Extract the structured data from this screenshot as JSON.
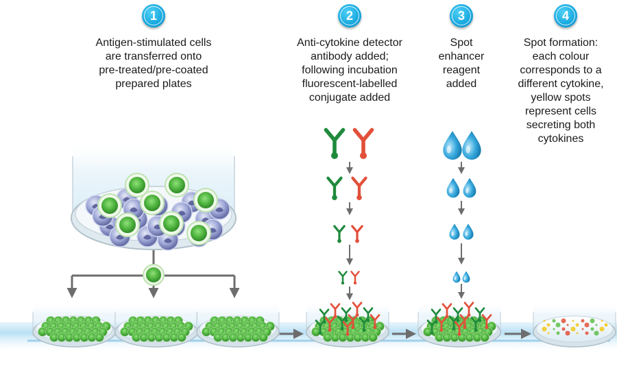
{
  "steps": [
    {
      "number": "1",
      "lines": [
        "Antigen-stimulated cells",
        "are transferred onto",
        "pre-treated/pre-coated",
        "prepared plates"
      ]
    },
    {
      "number": "2",
      "lines": [
        "Anti-cytokine detector",
        "antibody added;",
        "following incubation",
        "fluorescent-labelled",
        "conjugate added"
      ]
    },
    {
      "number": "3",
      "lines": [
        "Spot",
        "enhancer",
        "reagent",
        "added"
      ]
    },
    {
      "number": "4",
      "lines": [
        "Spot formation:",
        "each colour",
        "corresponds to a",
        "different cytokine,",
        "yellow spots",
        "represent cells",
        "secreting both",
        "cytokines"
      ]
    }
  ],
  "colors": {
    "badge": "#16a7de",
    "cell_green": "#5cc04a",
    "cell_blue": "#7d86c2",
    "antibody_green": "#1f8a3c",
    "antibody_red": "#e2503a",
    "drop_blue": "#2fa2d9",
    "spot_yellow": "#f2c81b",
    "arrow_gray": "#6d6d6d",
    "floor_blue": "#cde9f7"
  }
}
